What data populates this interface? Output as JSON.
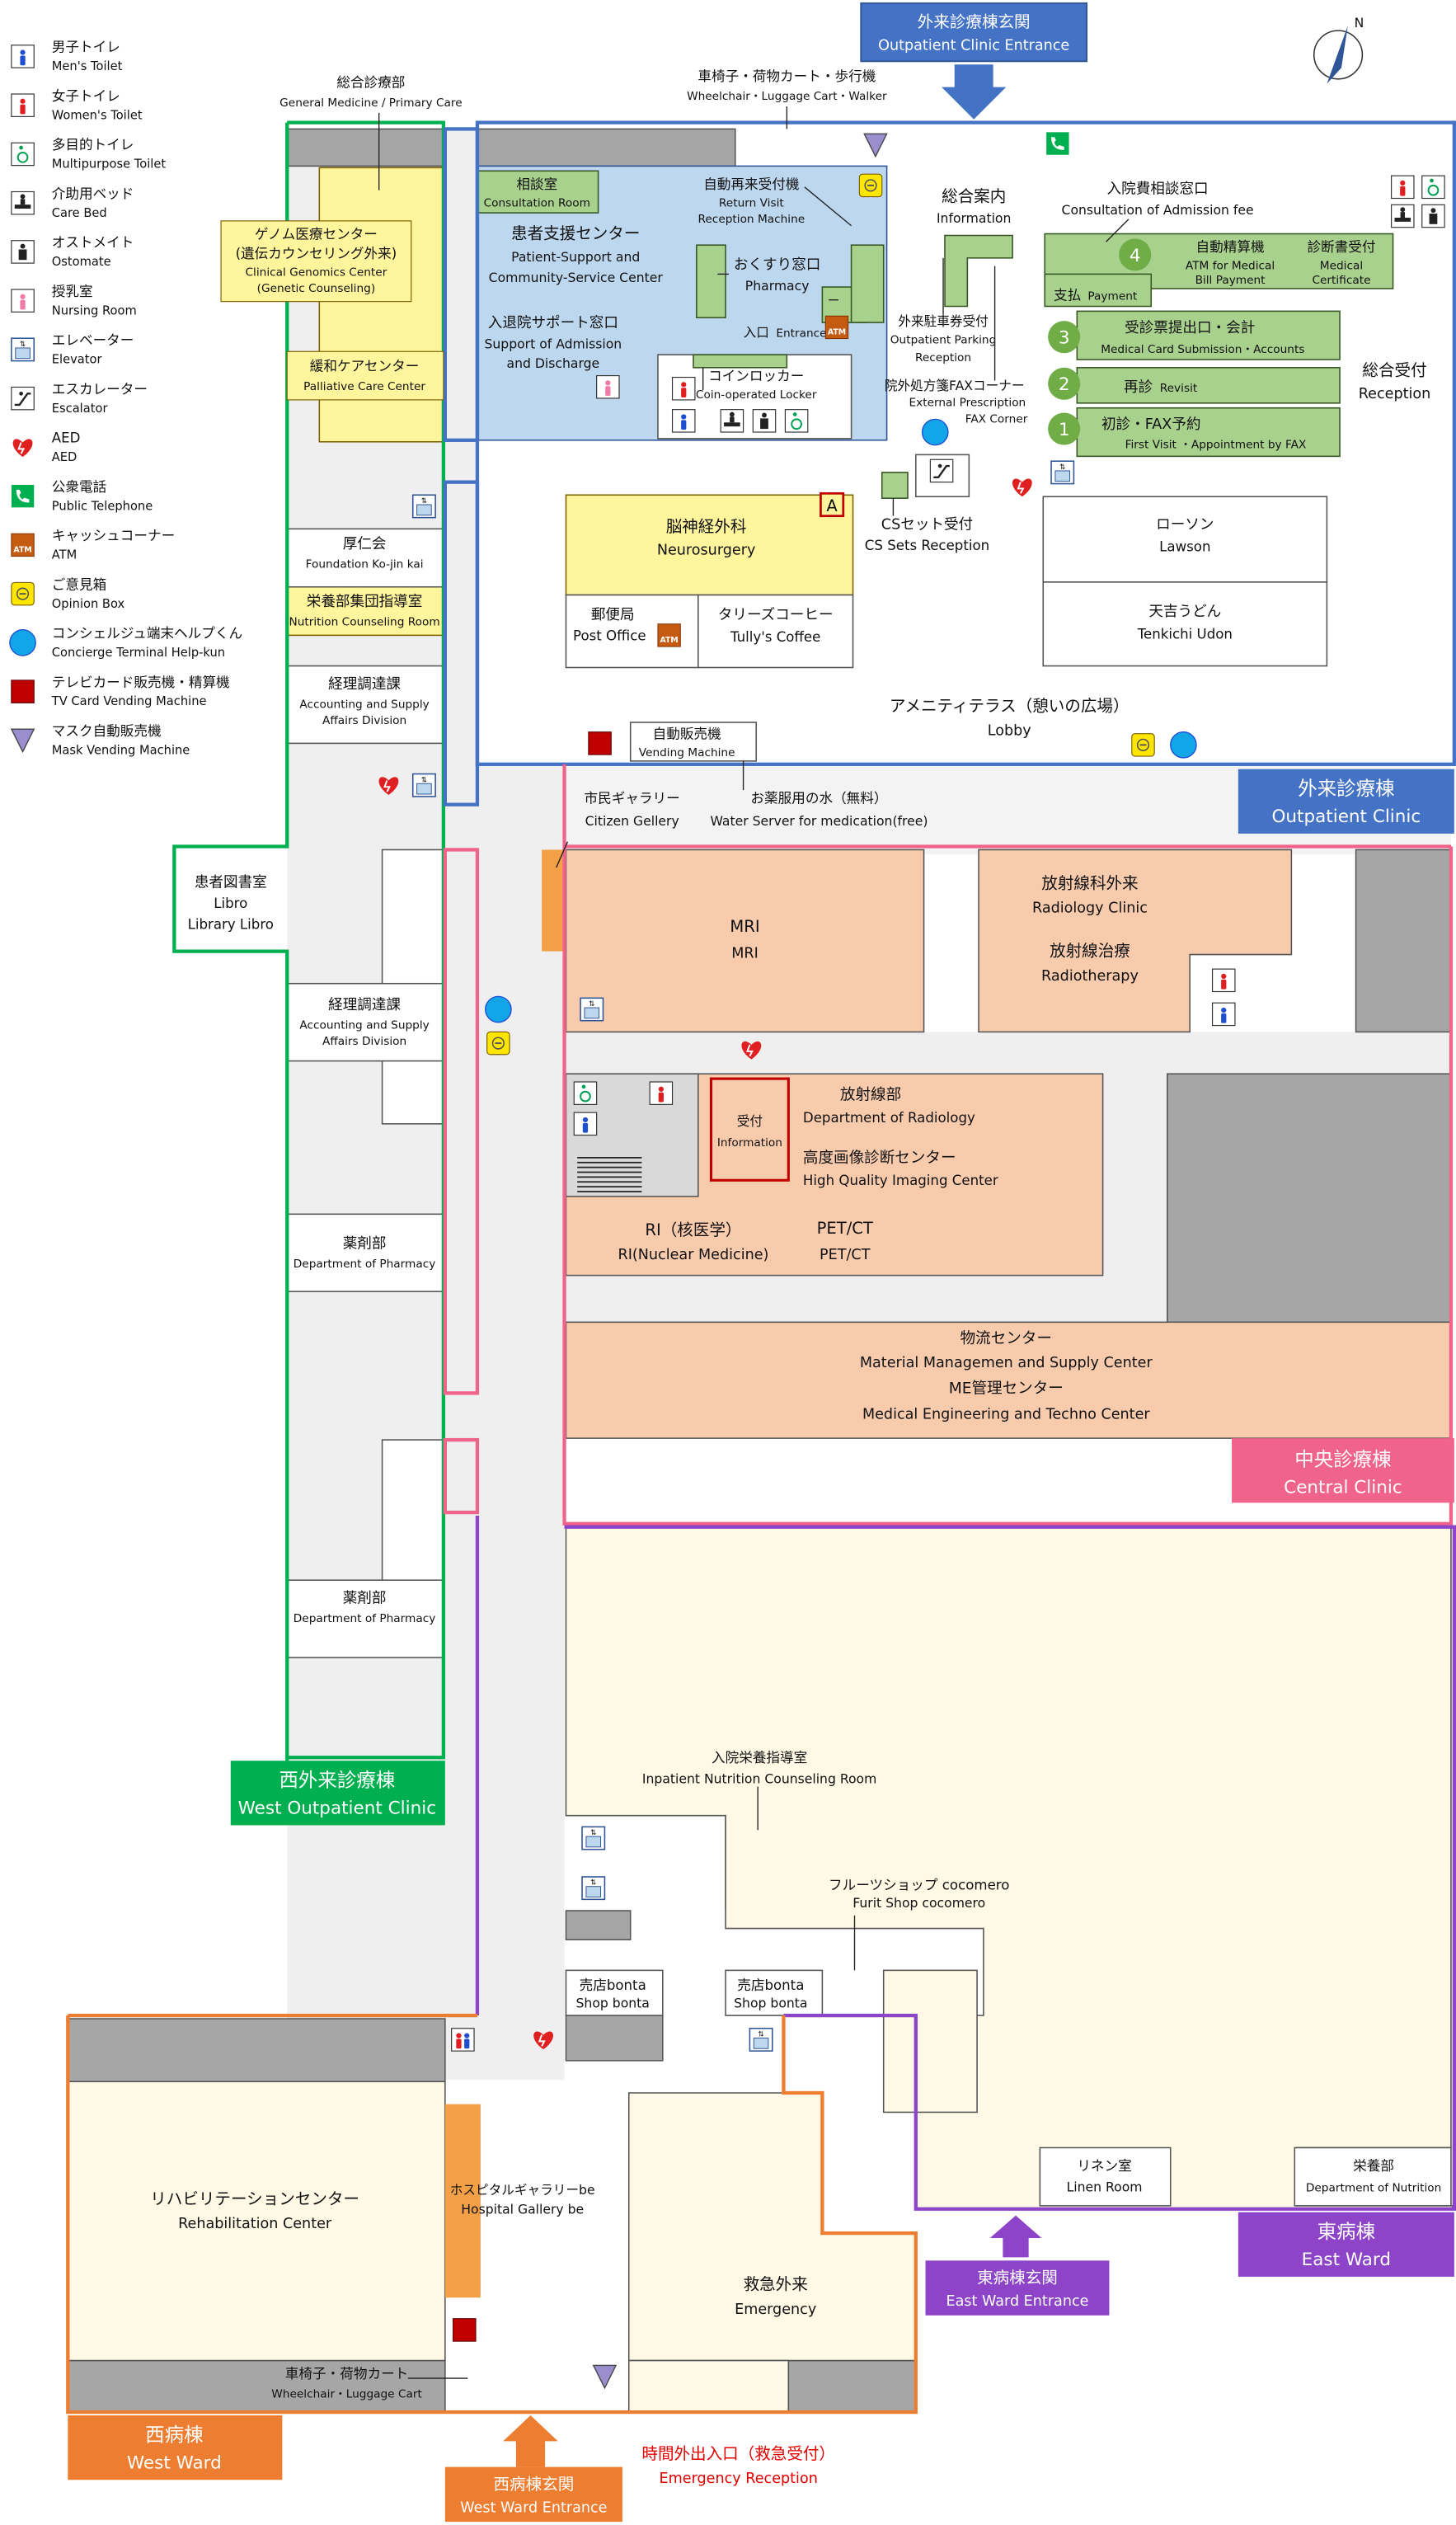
{
  "legend": [
    {
      "jp": "男子トイレ",
      "en": "Men's Toilet",
      "icon": "mens-toilet-icon"
    },
    {
      "jp": "女子トイレ",
      "en": "Women's Toilet",
      "icon": "womens-toilet-icon"
    },
    {
      "jp": "多目的トイレ",
      "en": "Multipurpose Toilet",
      "icon": "multipurpose-toilet-icon"
    },
    {
      "jp": "介助用ベッド",
      "en": "Care Bed",
      "icon": "care-bed-icon"
    },
    {
      "jp": "オストメイト",
      "en": "Ostomate",
      "icon": "ostomate-icon"
    },
    {
      "jp": "授乳室",
      "en": "Nursing Room",
      "icon": "nursing-room-icon"
    },
    {
      "jp": "エレベーター",
      "en": "Elevator",
      "icon": "elevator-icon"
    },
    {
      "jp": "エスカレーター",
      "en": "Escalator",
      "icon": "escalator-icon"
    },
    {
      "jp": "AED",
      "en": "AED",
      "icon": "aed-icon"
    },
    {
      "jp": "公衆電話",
      "en": "Public Telephone",
      "icon": "telephone-icon"
    },
    {
      "jp": "キャッシュコーナー",
      "en": "ATM",
      "icon": "atm-icon"
    },
    {
      "jp": "ご意見箱",
      "en": "Opinion Box",
      "icon": "opinion-box-icon"
    },
    {
      "jp": "コンシェルジュ端末ヘルプくん",
      "en": "Concierge Terminal Help-kun",
      "icon": "concierge-terminal-icon"
    },
    {
      "jp": "テレビカード販売機・精算機",
      "en": "TV Card Vending Machine",
      "icon": "tv-card-vending-icon"
    },
    {
      "jp": "マスク自動販売機",
      "en": "Mask Vending Machine",
      "icon": "mask-vending-icon"
    }
  ],
  "icon_glyphs": {
    "atm": "ATM",
    "elevator": "⇅",
    "entrance_a": "A"
  },
  "north": "N",
  "buildings": {
    "outpatient": {
      "jp": "外来診療棟",
      "en": "Outpatient Clinic",
      "color": "#4472C4"
    },
    "central": {
      "jp": "中央診療棟",
      "en": "Central Clinic",
      "color": "#F0648C"
    },
    "west_outpatient": {
      "jp": "西外来診療棟",
      "en": "West Outpatient Clinic",
      "color": "#00B050"
    },
    "east_ward": {
      "jp": "東病棟",
      "en": "East Ward",
      "color": "#8E44C8"
    },
    "west_ward": {
      "jp": "西病棟",
      "en": "West Ward",
      "color": "#ED7D31"
    }
  },
  "entrances": {
    "outpatient": {
      "jp": "外来診療棟玄関",
      "en": "Outpatient Clinic Entrance"
    },
    "east_ward": {
      "jp": "東病棟玄関",
      "en": "East Ward Entrance"
    },
    "west_ward": {
      "jp": "西病棟玄関",
      "en": "West Ward Entrance"
    },
    "emergency": {
      "jp": "時間外出入口（救急受付）",
      "en": "Emergency Reception"
    }
  },
  "rooms": {
    "general_medicine": {
      "jp": "総合診療部",
      "en": "General Medicine / Primary Care"
    },
    "wheelchair_top": {
      "jp": "車椅子・荷物カート・歩行機",
      "en": "Wheelchair・Luggage Cart・Walker"
    },
    "genomics": {
      "jp": "ゲノム医療センター",
      "jp2": "(遺伝カウンセリング外来)",
      "en": "Clinical Genomics Center",
      "en2": "(Genetic Counseling)"
    },
    "palliative": {
      "jp": "緩和ケアセンター",
      "en": "Palliative Care Center"
    },
    "consultation": {
      "jp": "相談室",
      "en": "Consultation Room"
    },
    "patient_support": {
      "jp": "患者支援センター",
      "en": "Patient-Support and",
      "en2": "Community-Service Center"
    },
    "admission_support": {
      "jp": "入退院サポート窓口",
      "en": "Support of Admission",
      "en2": "and Discharge"
    },
    "return_visit": {
      "jp": "自動再来受付機",
      "en": "Return Visit",
      "en2": "Reception Machine"
    },
    "pharmacy_window": {
      "jp": "おくすり窓口",
      "en": "Pharmacy"
    },
    "entrance_label": {
      "jp": "入口",
      "en": "Entrance"
    },
    "locker": {
      "jp": "コインロッカー",
      "en": "Coin-operated Locker"
    },
    "information": {
      "jp": "総合案内",
      "en": "Information"
    },
    "parking": {
      "jp": "外来駐車券受付",
      "en": "Outpatient Parking",
      "en2": "Reception"
    },
    "fax_corner": {
      "jp": "院外処方箋FAXコーナー",
      "en": "External Prescription",
      "en2": "FAX Corner"
    },
    "admission_fee": {
      "jp": "入院費相談窓口",
      "en": "Consultation of Admission fee"
    },
    "atm_bill": {
      "jp": "自動精算機",
      "en": "ATM for Medical",
      "en2": "Bill Payment"
    },
    "certificate": {
      "jp": "診断書受付",
      "en": "Medical",
      "en2": "Certificate"
    },
    "payment": {
      "jp": "支払",
      "en": "Payment",
      "num": "4"
    },
    "card_submission": {
      "jp": "受診票提出口・会計",
      "en": "Medical Card Submission・Accounts",
      "num": "3"
    },
    "revisit": {
      "jp": "再診",
      "en": "Revisit",
      "num": "2"
    },
    "first_visit": {
      "jp": "初診・FAX予約",
      "en": "First Visit ・Appointment by FAX",
      "num": "1"
    },
    "reception": {
      "jp": "総合受付",
      "en": "Reception"
    },
    "neurosurgery": {
      "jp": "脳神経外科",
      "en": "Neurosurgery"
    },
    "cs_sets": {
      "jp": "CSセット受付",
      "en": "CS Sets Reception"
    },
    "lawson": {
      "jp": "ローソン",
      "en": "Lawson"
    },
    "tenkichi": {
      "jp": "天吉うどん",
      "en": "Tenkichi Udon"
    },
    "post_office": {
      "jp": "郵便局",
      "en": "Post Office"
    },
    "tullys": {
      "jp": "タリーズコーヒー",
      "en": "Tully's Coffee"
    },
    "kojinkai": {
      "jp": "厚仁会",
      "en": "Foundation Ko-jin kai"
    },
    "nutrition_group": {
      "jp": "栄養部集団指導室",
      "en": "Nutrition Counseling Room"
    },
    "accounting1": {
      "jp": "経理調達課",
      "en": "Accounting and Supply",
      "en2": "Affairs Division"
    },
    "lobby": {
      "jp": "アメニティテラス（憩いの広場）",
      "en": "Lobby"
    },
    "vending": {
      "jp": "自動販売機",
      "en": "Vending Machine"
    },
    "citizen_gallery": {
      "jp": "市民ギャラリー",
      "en": "Citizen Gellery"
    },
    "water_server": {
      "jp": "お薬服用の水（無料）",
      "en": "Water Server for medication(free)"
    },
    "library": {
      "jp": "患者図書室",
      "en": "Libro",
      "en2": "Library Libro"
    },
    "mri": {
      "jp": "MRI",
      "en": "MRI"
    },
    "radiology_clinic": {
      "jp": "放射線科外来",
      "en": "Radiology Clinic"
    },
    "radiotherapy": {
      "jp": "放射線治療",
      "en": "Radiotherapy"
    },
    "accounting2": {
      "jp": "経理調達課",
      "en": "Accounting and Supply",
      "en2": "Affairs Division"
    },
    "radiology_info": {
      "jp": "受付",
      "en": "Information"
    },
    "radiology_dept": {
      "jp": "放射線部",
      "en": "Department of Radiology"
    },
    "imaging_center": {
      "jp": "高度画像診断センター",
      "en": "High Quality Imaging Center"
    },
    "ri": {
      "jp": "RI（核医学）",
      "en": "RI(Nuclear Medicine)"
    },
    "petct": {
      "jp": "PET/CT",
      "en": "PET/CT"
    },
    "pharmacy_dept1": {
      "jp": "薬剤部",
      "en": "Department of Pharmacy"
    },
    "material_center": {
      "jp": "物流センター",
      "en": "Material Managemen and Supply Center"
    },
    "me_center": {
      "jp": "ME管理センター",
      "en": "Medical Engineering and Techno Center"
    },
    "pharmacy_dept2": {
      "jp": "薬剤部",
      "en": "Department of Pharmacy"
    },
    "inpatient_nutrition": {
      "jp": "入院栄養指導室",
      "en": "Inpatient Nutrition Counseling Room"
    },
    "fruit_shop": {
      "jp": "フルーツショップ cocomero",
      "en": "Furit Shop cocomero"
    },
    "shop_bonta1": {
      "jp": "売店bonta",
      "en": "Shop bonta"
    },
    "shop_bonta2": {
      "jp": "売店bonta",
      "en": "Shop bonta"
    },
    "linen": {
      "jp": "リネン室",
      "en": "Linen Room"
    },
    "nutrition_dept": {
      "jp": "栄養部",
      "en": "Department of Nutrition"
    },
    "rehab": {
      "jp": "リハビリテーションセンター",
      "en": "Rehabilitation Center"
    },
    "hospital_gallery": {
      "jp": "ホスピタルギャラリーbe",
      "en": "Hospital Gallery be"
    },
    "emergency": {
      "jp": "救急外来",
      "en": "Emergency"
    },
    "wheelchair_bottom": {
      "jp": "車椅子・荷物カート",
      "en": "Wheelchair・Luggage Cart"
    }
  }
}
